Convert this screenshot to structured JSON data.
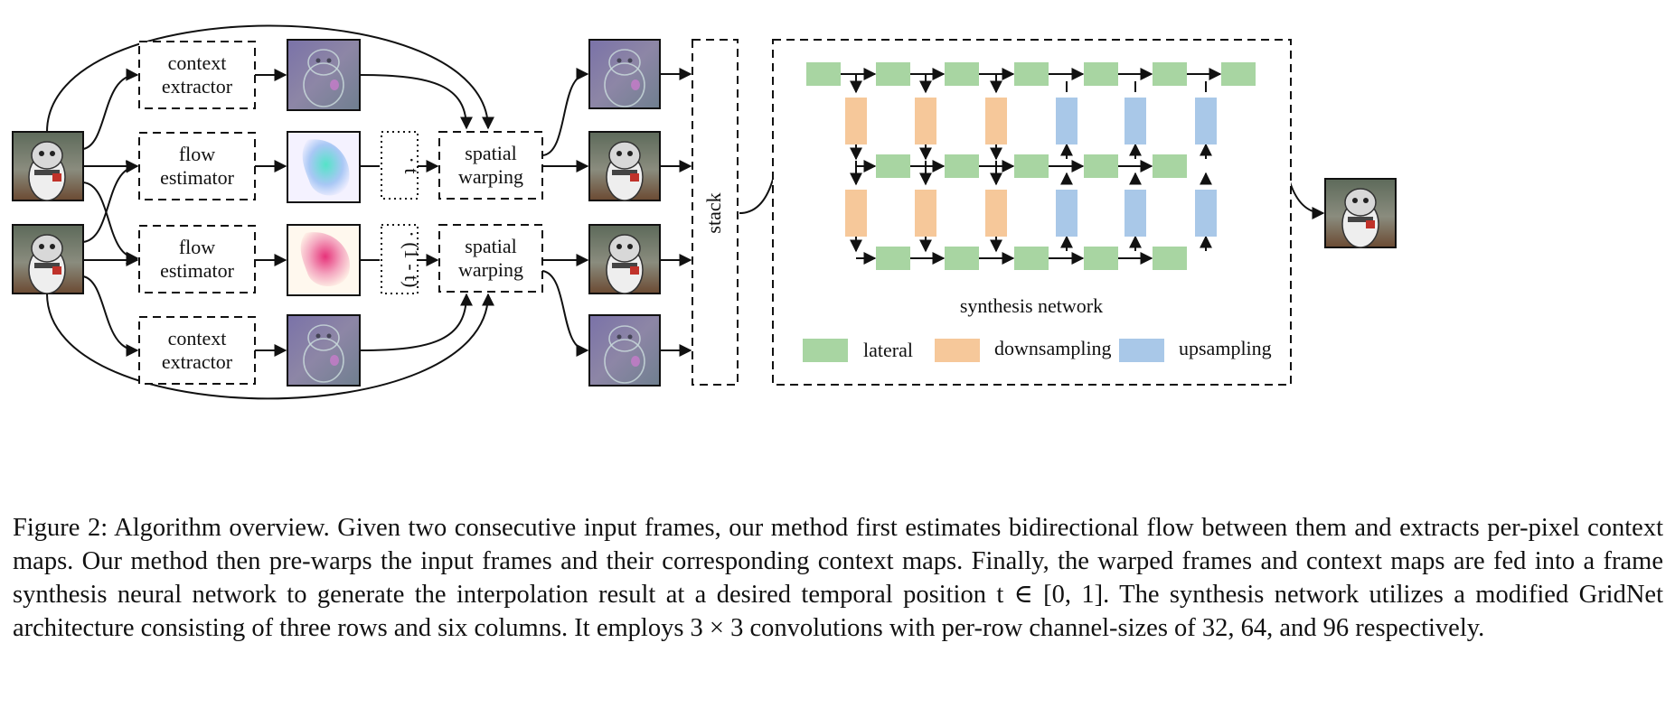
{
  "diagram": {
    "context_extractor_top": [
      "context",
      "extractor"
    ],
    "flow_estimator_top": [
      "flow",
      "estimator"
    ],
    "flow_estimator_bottom": [
      "flow",
      "estimator"
    ],
    "context_extractor_bottom": [
      "context",
      "extractor"
    ],
    "scale_top": "· t",
    "scale_bottom": "· (1 - t)",
    "spatial_warping_top": [
      "spatial",
      "warping"
    ],
    "spatial_warping_bottom": [
      "spatial",
      "warping"
    ],
    "stack": "stack",
    "synthesis_network": "synthesis network",
    "legend": [
      {
        "label": "lateral",
        "color": "#a8d5a2"
      },
      {
        "label": "downsampling",
        "color": "#f6c89a"
      },
      {
        "label": "upsampling",
        "color": "#a9c8e8"
      }
    ]
  },
  "caption": "Figure 2: Algorithm overview. Given two consecutive input frames, our method first estimates bidirectional flow between them and extracts per-pixel context maps. Our method then pre-warps the input frames and their corresponding context maps. Finally, the warped frames and context maps are fed into a frame synthesis neural network to generate the interpolation result at a desired temporal position t ∈ [0, 1]. The synthesis network utilizes a modified GridNet architecture consisting of three rows and six columns. It employs 3 × 3 convolutions with per-row channel-sizes of 32, 64, and 96 respectively."
}
